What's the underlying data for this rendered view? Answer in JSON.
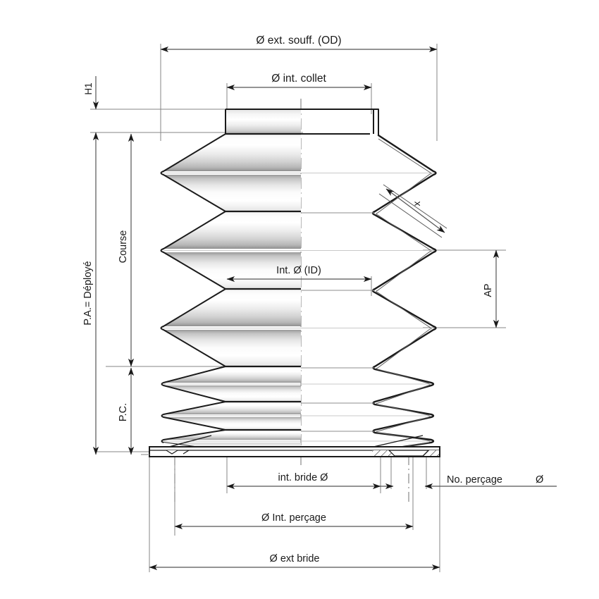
{
  "drawing": {
    "title": "Bellows / soufflet technical dimension drawing",
    "language": "fr",
    "background_color": "#ffffff",
    "line_color": "#1a1a1a",
    "dimension_line_color": "#555555",
    "centerline_color": "#9a9a9a"
  },
  "dimensions": {
    "od": {
      "label": "Ø ext. souff. (OD)",
      "orientation": "horizontal",
      "position": "top"
    },
    "int_collet": {
      "label": "Ø int. collet",
      "orientation": "horizontal",
      "position": "top"
    },
    "id": {
      "label": "Int. Ø (ID)",
      "orientation": "horizontal",
      "position": "middle"
    },
    "h1": {
      "label": "H1",
      "orientation": "vertical",
      "position": "left"
    },
    "pa": {
      "label": "P.A.= Déployé",
      "orientation": "vertical",
      "position": "left"
    },
    "course": {
      "label": "Course",
      "orientation": "vertical",
      "position": "left"
    },
    "pc": {
      "label": "P.C.",
      "orientation": "vertical",
      "position": "left"
    },
    "ap": {
      "label": "AP",
      "orientation": "vertical",
      "position": "right"
    },
    "x": {
      "label": "x",
      "orientation": "diagonal",
      "position": "right"
    },
    "int_bride": {
      "label": "int. bride Ø",
      "orientation": "horizontal",
      "position": "bottom"
    },
    "no_percage": {
      "label": "No. perçage",
      "orientation": "horizontal",
      "position": "bottom"
    },
    "hole_dia": {
      "label": "Ø",
      "orientation": "horizontal",
      "position": "bottom"
    },
    "int_percage": {
      "label": "Ø Int. perçage",
      "orientation": "horizontal",
      "position": "bottom"
    },
    "ext_bride": {
      "label": "Ø ext bride",
      "orientation": "horizontal",
      "position": "bottom"
    }
  }
}
